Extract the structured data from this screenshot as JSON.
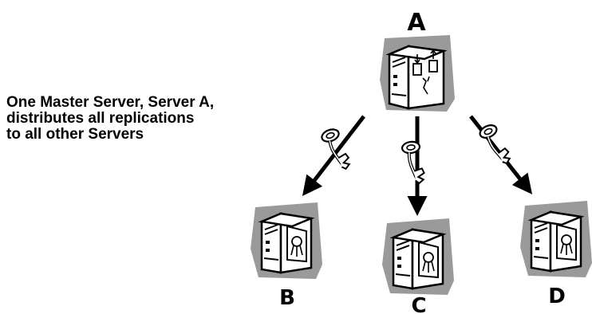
{
  "caption": {
    "line1": "One Master Server, Server A,",
    "line2": "distributes all replications",
    "line3": "to all other Servers"
  },
  "servers": {
    "master": {
      "label": "A",
      "icon": "master-server-icon"
    },
    "b": {
      "label": "B",
      "icon": "server-with-certificate-icon"
    },
    "c": {
      "label": "C",
      "icon": "server-with-certificate-icon"
    },
    "d": {
      "label": "D",
      "icon": "server-with-certificate-icon"
    }
  },
  "connections": [
    {
      "from": "A",
      "to": "B",
      "icon": "key-icon"
    },
    {
      "from": "A",
      "to": "C",
      "icon": "key-icon"
    },
    {
      "from": "A",
      "to": "D",
      "icon": "key-icon"
    }
  ],
  "colors": {
    "ink": "#000000",
    "shadow": "#9a9a9a",
    "background": "#ffffff"
  }
}
